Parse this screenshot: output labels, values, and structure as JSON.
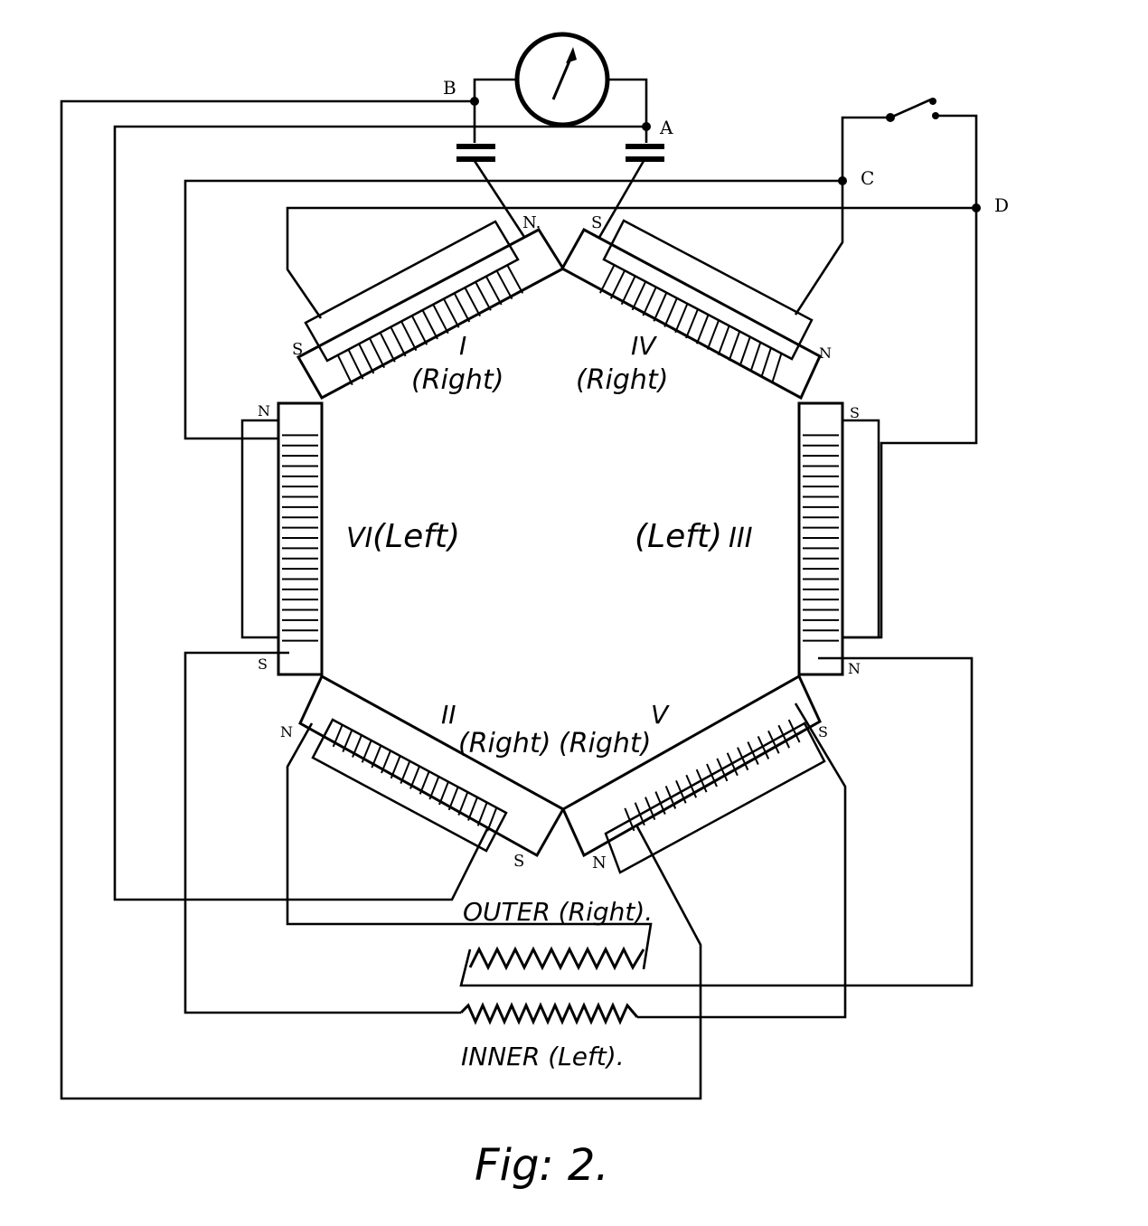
{
  "caption": "Fig: 2.",
  "terminals": {
    "a": "A",
    "b": "B",
    "c": "C",
    "d": "D"
  },
  "coils": [
    {
      "numeral": "I",
      "label": "(Right)",
      "pole_start": "S",
      "pole_end": "N."
    },
    {
      "numeral": "IV",
      "label": "(Right)",
      "pole_start": "S",
      "pole_end": "N"
    },
    {
      "numeral": "VI",
      "label": "(Left)",
      "pole_start": "N",
      "pole_end": "S"
    },
    {
      "numeral": "III",
      "label": "(Left)",
      "pole_start": "S",
      "pole_end": "N"
    },
    {
      "numeral": "II",
      "label": "(Right)",
      "pole_start": "N",
      "pole_end": "S"
    },
    {
      "numeral": "V",
      "label": "(Right)",
      "pole_start": "N",
      "pole_end": "S"
    }
  ],
  "resistors": {
    "outer": "OUTER (Right).",
    "inner": "INNER (Left)."
  },
  "icons": [
    "galvanometer-icon",
    "switch-icon",
    "capacitor-icon",
    "resistor-icon"
  ]
}
